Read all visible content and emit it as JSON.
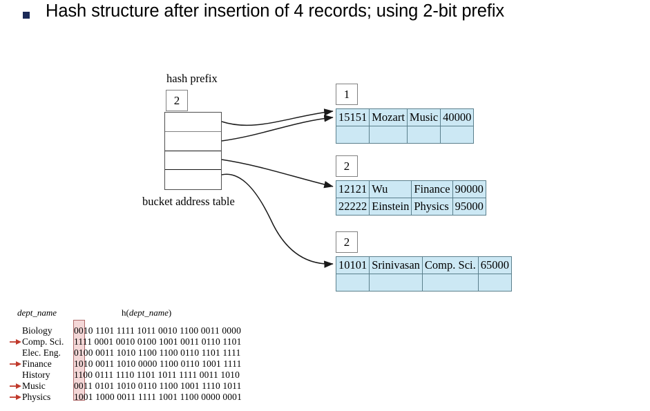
{
  "slide": {
    "bullet_icon": "square-bullet-icon",
    "title": "Hash structure after insertion of 4 records; using 2-bit prefix"
  },
  "diagram": {
    "hash_prefix_label": "hash prefix",
    "hash_prefix_value": "2",
    "bucket_address_table_label": "bucket address table",
    "bucket_address_rows": 4,
    "bucket_fill_color": "#cce8f4",
    "bucket_border_color": "#5a7f8c",
    "buckets": [
      {
        "depth": "1",
        "rows": [
          {
            "id": "15151",
            "name": "Mozart",
            "dept": "Music",
            "salary": "40000"
          },
          {
            "id": "",
            "name": "",
            "dept": "",
            "salary": ""
          }
        ]
      },
      {
        "depth": "2",
        "rows": [
          {
            "id": "12121",
            "name": "Wu",
            "dept": "Finance",
            "salary": "90000"
          },
          {
            "id": "22222",
            "name": "Einstein",
            "dept": "Physics",
            "salary": "95000"
          }
        ]
      },
      {
        "depth": "2",
        "rows": [
          {
            "id": "10101",
            "name": "Srinivasan",
            "dept": "Comp. Sci.",
            "salary": "65000"
          },
          {
            "id": "",
            "name": "",
            "dept": "",
            "salary": ""
          }
        ]
      }
    ],
    "connector_count": 4
  },
  "hash_table": {
    "header_dept": "dept_name",
    "header_hash_prefix": "h(",
    "header_hash_italic": "dept_name",
    "header_hash_suffix": ")",
    "highlight_color": "#e29696",
    "arrow_color": "#c0392b",
    "rows": [
      {
        "dept": "Biology",
        "bits": "0010 1101 1111 1011 0010 1100 0011 0000",
        "arrow": false
      },
      {
        "dept": "Comp. Sci.",
        "bits": "1111 0001 0010 0100 1001 0011 0110 1101",
        "arrow": true
      },
      {
        "dept": "Elec. Eng.",
        "bits": "0100 0011 1010 1100 1100 0110 1101 1111",
        "arrow": false
      },
      {
        "dept": "Finance",
        "bits": "1010 0011 1010 0000 1100 0110 1001 1111",
        "arrow": true
      },
      {
        "dept": "History",
        "bits": "1100 0111 1110 1101 1011 1111 0011 1010",
        "arrow": false
      },
      {
        "dept": "Music",
        "bits": "0011 0101 1010 0110 1100 1001 1110 1011",
        "arrow": true
      },
      {
        "dept": "Physics",
        "bits": "1001 1000 0011 1111 1001 1100 0000 0001",
        "arrow": true
      }
    ]
  }
}
